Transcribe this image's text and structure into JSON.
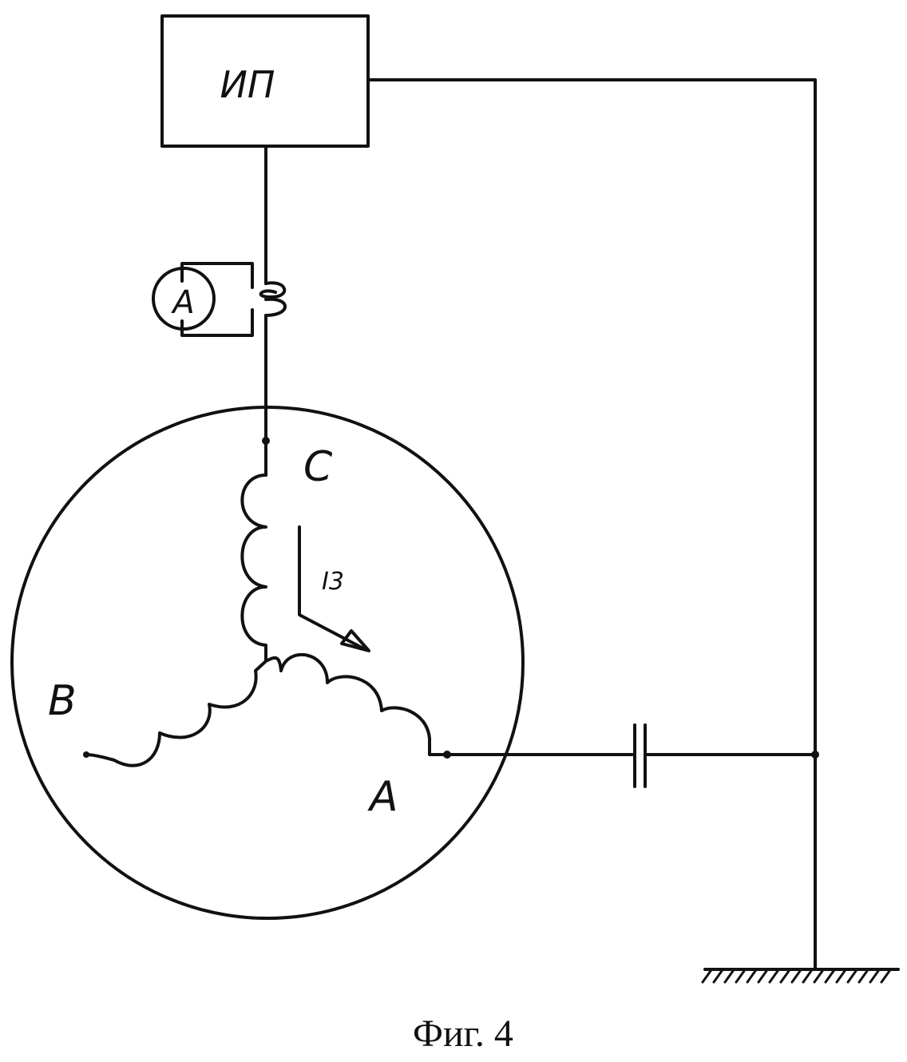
{
  "figure": {
    "caption": "Фиг. 4"
  },
  "labels": {
    "power_source": "ИП",
    "ammeter": "А",
    "phase_c": "С",
    "phase_b": "В",
    "phase_a": "А",
    "current": "I3"
  }
}
